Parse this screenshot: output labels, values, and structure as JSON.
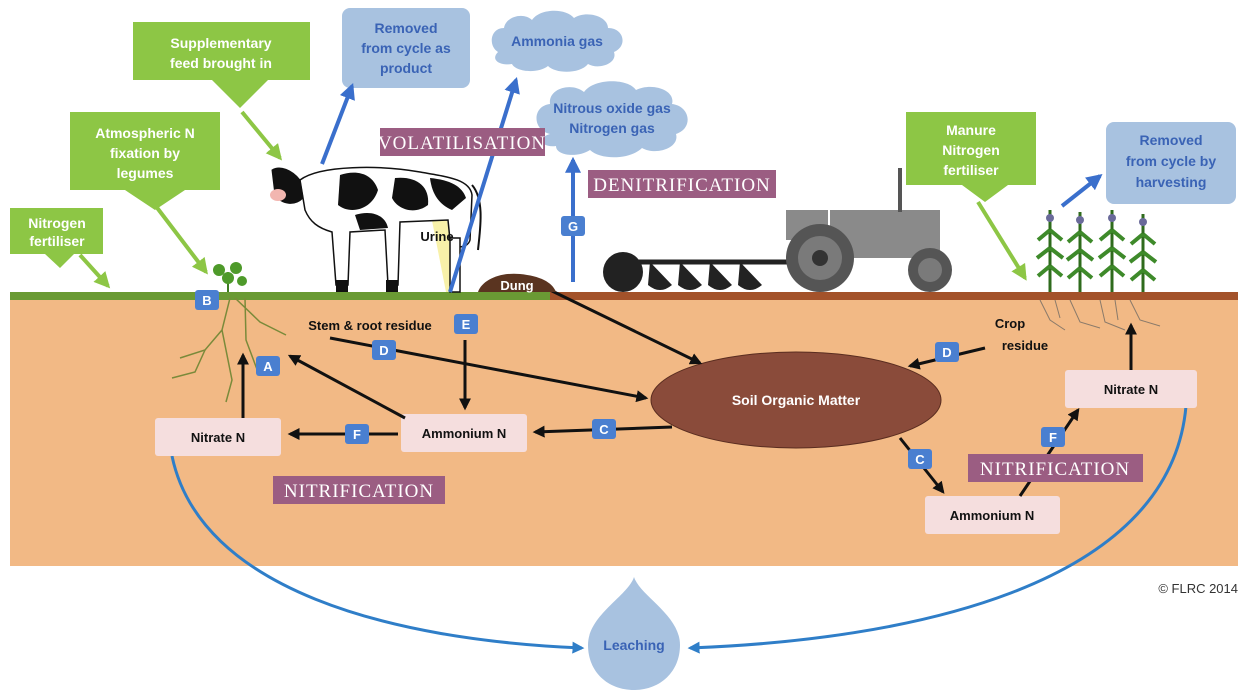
{
  "colors": {
    "soil": "#f2b985",
    "grass": "#6a9a34",
    "brown_soil": "#a3522a",
    "green_callout": "#8dc645",
    "blue_box": "#a8c2e0",
    "blue_text": "#3a63b5",
    "process_label": "#9b5d82",
    "letter_tag": "#4a7fd0",
    "pink_box": "#f5dede",
    "som": "#8a4b3a",
    "arrow_blue": "#3a6fcc",
    "leach_blue": "#2f7ec8"
  },
  "green_callouts": [
    {
      "id": "supp",
      "lines": [
        "Supplementary",
        "feed brought in"
      ]
    },
    {
      "id": "atmos",
      "lines": [
        "Atmospheric N",
        "fixation by",
        "legumes"
      ]
    },
    {
      "id": "nfert",
      "lines": [
        "Nitrogen",
        "fertiliser"
      ]
    },
    {
      "id": "manure",
      "lines": [
        "Manure",
        "Nitrogen",
        "fertiliser"
      ]
    }
  ],
  "blue_boxes": [
    {
      "id": "removed_product",
      "lines": [
        "Removed",
        "from cycle as",
        "product"
      ]
    },
    {
      "id": "removed_harvest",
      "lines": [
        "Removed",
        "from cycle by",
        "harvesting"
      ]
    }
  ],
  "clouds": [
    {
      "id": "ammonia",
      "lines": [
        "Ammonia gas"
      ]
    },
    {
      "id": "nitrous",
      "lines": [
        "Nitrous oxide gas",
        "Nitrogen gas"
      ]
    }
  ],
  "process_labels": {
    "volatilisation": "VOLATILISATION",
    "denitrification": "DENITRIFICATION",
    "nitrification_left": "NITRIFICATION",
    "nitrification_right": "NITRIFICATION"
  },
  "pink_boxes": {
    "nitrate_left": "Nitrate N",
    "ammonium_left": "Ammonium N",
    "nitrate_right": "Nitrate N",
    "ammonium_right": "Ammonium N"
  },
  "soil_organic_matter": "Soil Organic Matter",
  "text_labels": {
    "urine": "Urine",
    "dung": "Dung",
    "stem_root": "Stem & root residue",
    "crop_residue": [
      "Crop",
      "residue"
    ],
    "leaching": "Leaching",
    "copyright": "© FLRC 2014"
  },
  "tags": {
    "A": "A",
    "B": "B",
    "C1": "C",
    "C2": "C",
    "D1": "D",
    "D2": "D",
    "E": "E",
    "F1": "F",
    "F2": "F",
    "G": "G"
  }
}
